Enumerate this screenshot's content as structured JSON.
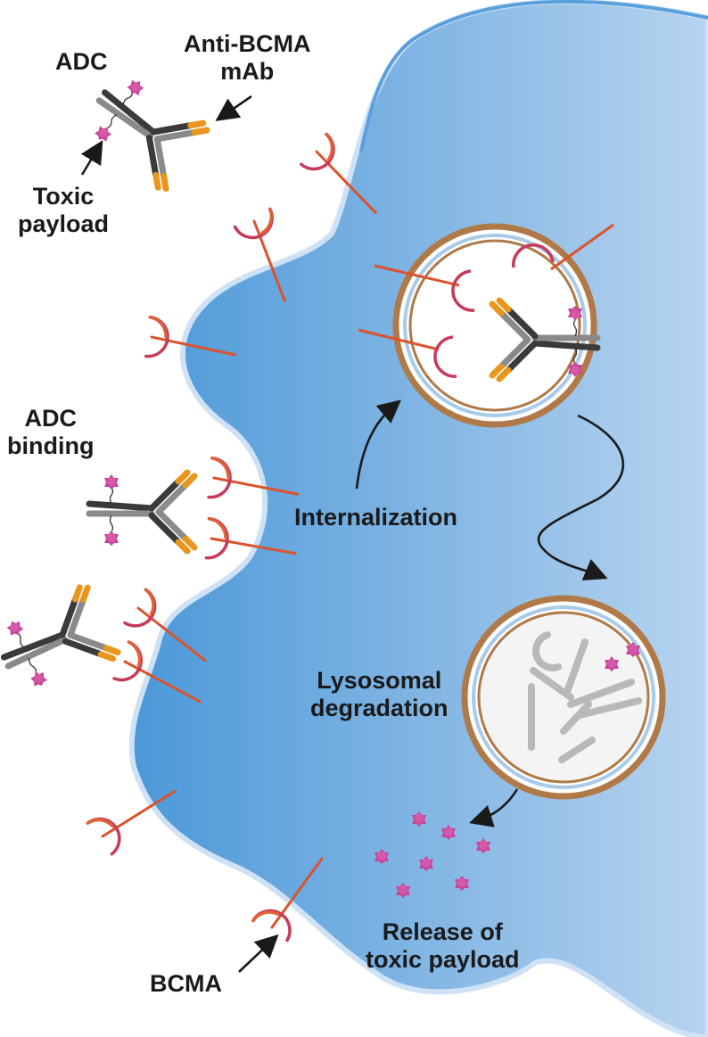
{
  "labels": {
    "adc": "ADC",
    "anti_bcma": [
      "Anti-BCMA",
      "mAb"
    ],
    "toxic_payload": [
      "Toxic",
      "payload"
    ],
    "adc_binding": [
      "ADC",
      "binding"
    ],
    "internalization": "Internalization",
    "lysosomal_degradation": [
      "Lysosomal",
      "degradation"
    ],
    "release": [
      "Release of",
      "toxic payload"
    ],
    "bcma": "BCMA"
  },
  "colors": {
    "cell_dark": "#4d9bd9",
    "cell_light": "#b4d2ee",
    "cell_edge": "#5aa0dd",
    "receptor": "#d9532c",
    "receptor_cup": "#c83a5a",
    "antibody_dark": "#3a3a3a",
    "antibody_mid": "#8a8a8a",
    "antibody_tip": "#e8961e",
    "payload": "#c8459a",
    "vesicle": "#b07a48",
    "vesicle_inner": "#a9cbe9",
    "degraded": "#b9b9b9",
    "arrow": "#1a1a1a"
  },
  "icons": [
    "antibody-icon",
    "payload-icon",
    "bcma-receptor-icon",
    "endosome-icon",
    "lysosome-icon",
    "arrow-icon"
  ]
}
